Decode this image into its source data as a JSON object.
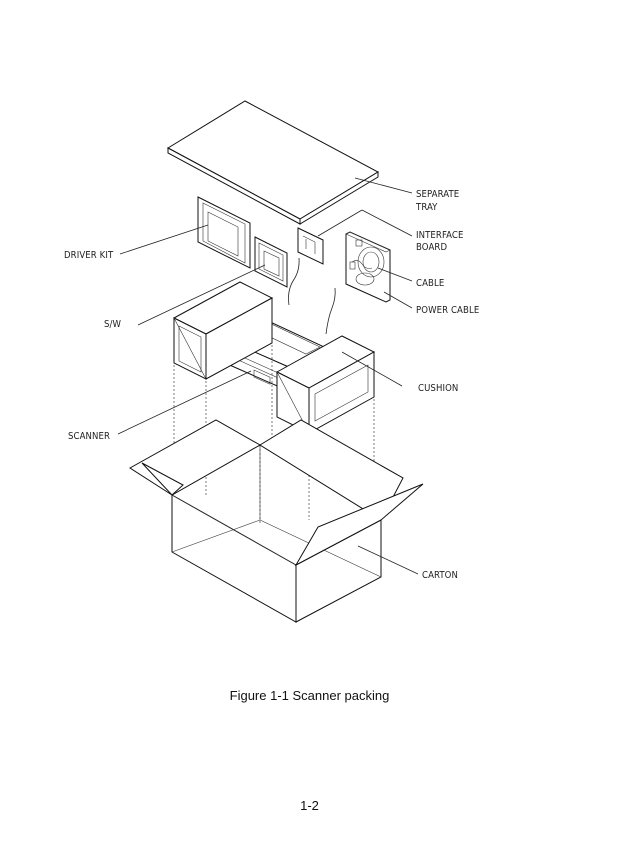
{
  "figure": {
    "caption": "Figure 1-1 Scanner packing",
    "labels": {
      "separate_tray_1": "SEPARATE",
      "separate_tray_2": "TRAY",
      "interface_board_1": "INTERFACE",
      "interface_board_2": "BOARD",
      "cable": "CABLE",
      "power_cable": "POWER CABLE",
      "driver_kit": "DRIVER KIT",
      "sw": "S/W",
      "cushion": "CUSHION",
      "scanner": "SCANNER",
      "carton": "CARTON"
    }
  },
  "page_number": "1-2"
}
